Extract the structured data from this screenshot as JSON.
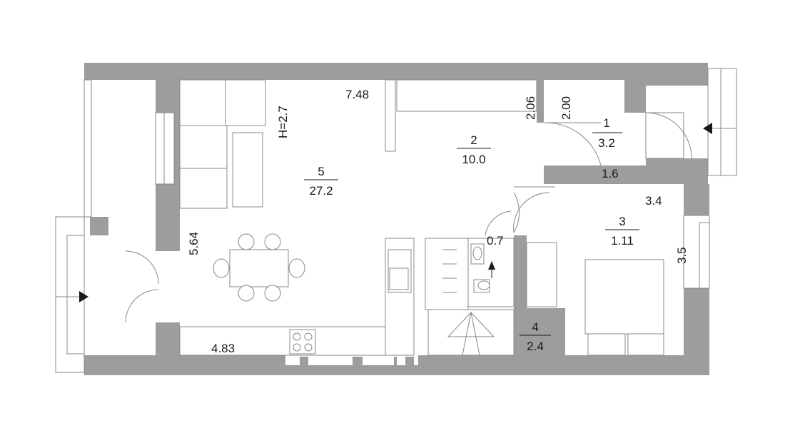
{
  "plan": {
    "colors": {
      "wall": "#9d9d9d",
      "line": "#888888",
      "text": "#1a1a1a"
    },
    "rooms": [
      {
        "id": "1",
        "number": "1",
        "area": "3.2"
      },
      {
        "id": "2",
        "number": "2",
        "area": "10.0"
      },
      {
        "id": "3",
        "number": "3",
        "area": "1.11"
      },
      {
        "id": "4",
        "number": "4",
        "area": "2.4"
      },
      {
        "id": "5",
        "number": "5",
        "area": "27.2"
      }
    ],
    "dimensions": {
      "d748": "7.48",
      "d206": "2.06",
      "d200": "2.00",
      "d16": "1.6",
      "d34": "3.4",
      "d35": "3.5",
      "d07": "0.7",
      "d564": "5.64",
      "d483": "4.83",
      "height": "H=2.7"
    },
    "icons": {
      "entrance_arrow": "arrow-left-icon",
      "terrace_arrow": "arrow-right-icon",
      "stair_arrow": "arrow-up-icon"
    }
  }
}
